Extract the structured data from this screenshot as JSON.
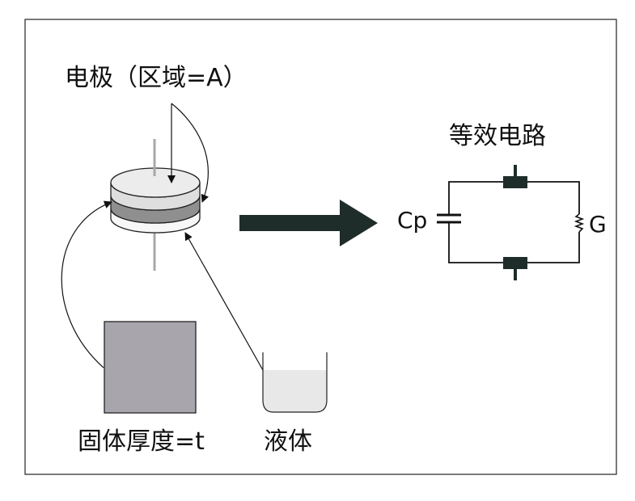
{
  "labels": {
    "electrode": "电极（区域=A）",
    "equivalent_circuit": "等效电路",
    "capacitor": "Cp",
    "conductance": "G",
    "solid": "固体厚度=t",
    "liquid": "液体"
  },
  "colors": {
    "frame": "#333333",
    "electrode_face": "#e6e6e6",
    "sample_band": "#8f8f8f",
    "solid_block": "#a8a6ac",
    "liquid": "#e8e8e8",
    "arrow": "#1f2d2a",
    "lead": "#a8a8a8"
  }
}
